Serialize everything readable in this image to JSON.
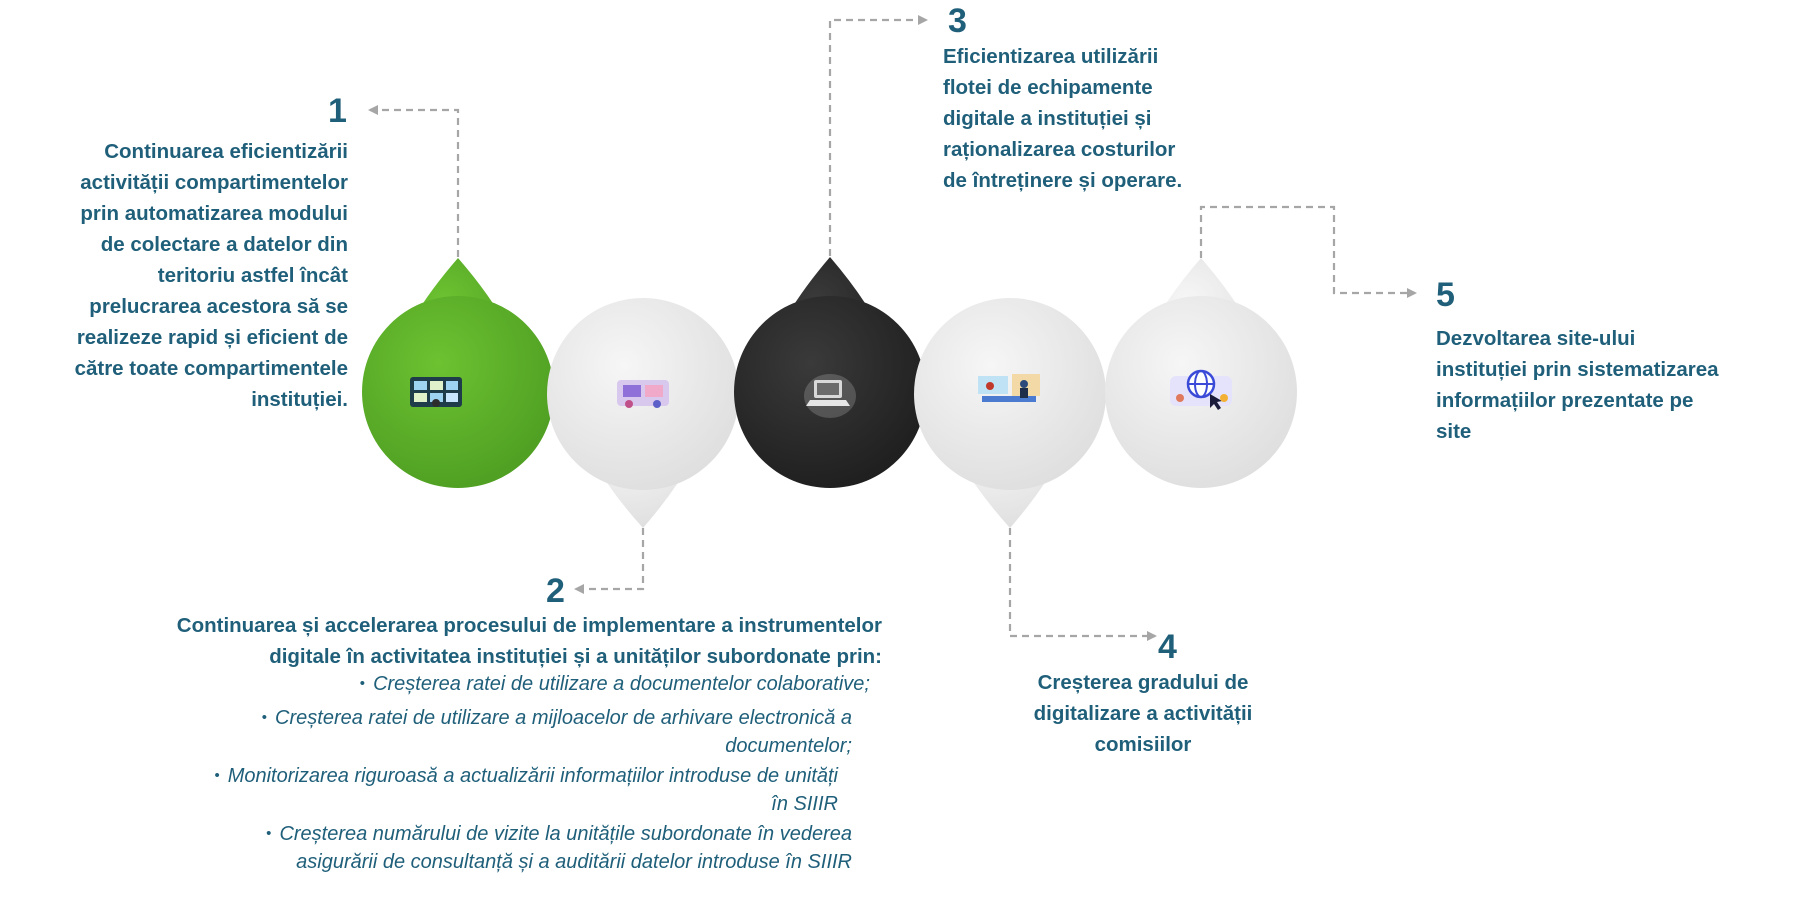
{
  "steps": [
    {
      "number": "1",
      "color": "#5aad2a",
      "icon": "monitoring-dashboard-icon",
      "text": [
        "Continuarea eficientizării",
        "activității compartimentelor",
        "prin automatizarea modului",
        "de colectare a datelor din",
        "teritoriu astfel încât",
        "prelucrarea acestora să se",
        "realizeze rapid și eficient de",
        "către toate compartimentele",
        "instituției."
      ]
    },
    {
      "number": "2",
      "color": "#e9e9e9",
      "icon": "digital-collaboration-icon",
      "text": [
        "Continuarea și accelerarea procesului de implementare a instrumentelor",
        "digitale în activitatea instituției și a unităților subordonate prin:"
      ],
      "bullets": [
        [
          "Creșterea ratei de utilizare  a documentelor colaborative;"
        ],
        [
          "Creșterea ratei de utilizare a mijloacelor de arhivare electronică a",
          "documentelor;"
        ],
        [
          "Monitorizarea riguroasă a actualizării informațiilor introduse de unități",
          "în SIIIR"
        ],
        [
          "Creșterea numărului de vizite la unitățile subordonate în vederea",
          "asigurării de consultanță și a auditării datelor introduse în SIIIR"
        ]
      ]
    },
    {
      "number": "3",
      "color": "#2b2b2b",
      "icon": "laptop-printer-icon",
      "text": [
        "Eficientizarea utilizării",
        "flotei de echipamente",
        "digitale a instituției și",
        "raționalizarea costurilor",
        "de întreținere și operare."
      ]
    },
    {
      "number": "4",
      "color": "#e9e9e9",
      "icon": "committee-meeting-icon",
      "text": [
        "Creșterea gradului de",
        "digitalizare a activității",
        "comisiilor"
      ]
    },
    {
      "number": "5",
      "color": "#e9e9e9",
      "icon": "website-globe-icon",
      "text": [
        "Dezvoltarea site-ului",
        "instituției prin sistematizarea",
        "informațiilor prezentate pe",
        "site"
      ]
    }
  ],
  "colors": {
    "text": "#1f5f7a",
    "connector": "#a6a6a6",
    "green": "#5aad2a",
    "dark": "#2b2b2b",
    "light": "#e9e9e9"
  }
}
